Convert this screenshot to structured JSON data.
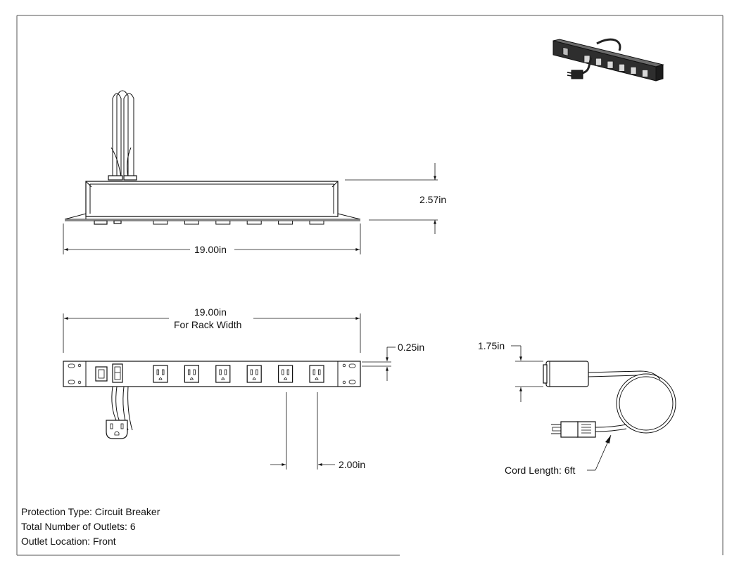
{
  "dimensions": {
    "side_height": "2.57in",
    "side_width": "19.00in",
    "front_width": "19.00in",
    "front_width_note": "For Rack Width",
    "ear_thickness": "0.25in",
    "outlet_spacing": "2.00in",
    "cord_height": "1.75in",
    "cord_length": "Cord Length: 6ft"
  },
  "specs": [
    "Protection Type: Circuit Breaker",
    "Total Number of Outlets: 6",
    "Outlet Location: Front"
  ],
  "outlet_count": 6
}
